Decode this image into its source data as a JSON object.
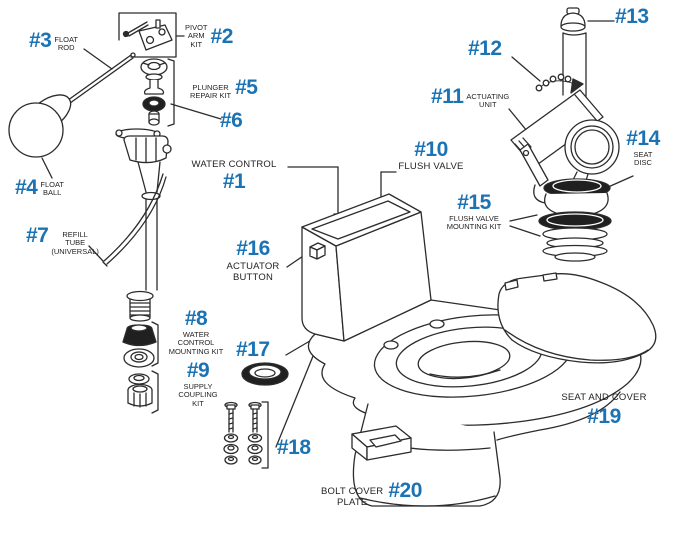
{
  "figure": {
    "type": "exploded-parts-diagram",
    "subject": "One-piece toilet repair parts"
  },
  "colors": {
    "callout_blue": "#1b73b4",
    "caption_black": "#231f20",
    "line_art": "#2c2c2c",
    "background": "#ffffff"
  },
  "callouts": [
    {
      "number": "#1",
      "caption": "WATER CONTROL"
    },
    {
      "number": "#2",
      "caption": "PIVOT\nARM\nKIT"
    },
    {
      "number": "#3",
      "caption": "FLOAT\nROD"
    },
    {
      "number": "#4",
      "caption": "FLOAT\nBALL"
    },
    {
      "number": "#5",
      "caption": "PLUNGER\nREPAIR KIT"
    },
    {
      "number": "#6",
      "caption": ""
    },
    {
      "number": "#7",
      "caption": "REFILL\nTUBE\n(UNIVERSAL)"
    },
    {
      "number": "#8",
      "caption": "WATER CONTROL\nMOUNTING KIT"
    },
    {
      "number": "#9",
      "caption": "SUPPLY\nCOUPLING\nKIT"
    },
    {
      "number": "#10",
      "caption": "FLUSH VALVE"
    },
    {
      "number": "#11",
      "caption": "ACTUATING\nUNIT"
    },
    {
      "number": "#12",
      "caption": ""
    },
    {
      "number": "#13",
      "caption": ""
    },
    {
      "number": "#14",
      "caption": "SEAT\nDISC"
    },
    {
      "number": "#15",
      "caption": "FLUSH VALVE\nMOUNTING KIT"
    },
    {
      "number": "#16",
      "caption": "ACTUATOR\nBUTTON"
    },
    {
      "number": "#17",
      "caption": ""
    },
    {
      "number": "#18",
      "caption": ""
    },
    {
      "number": "#19",
      "caption": "SEAT AND COVER"
    },
    {
      "number": "#20",
      "caption": "BOLT COVER\nPLATE"
    }
  ]
}
